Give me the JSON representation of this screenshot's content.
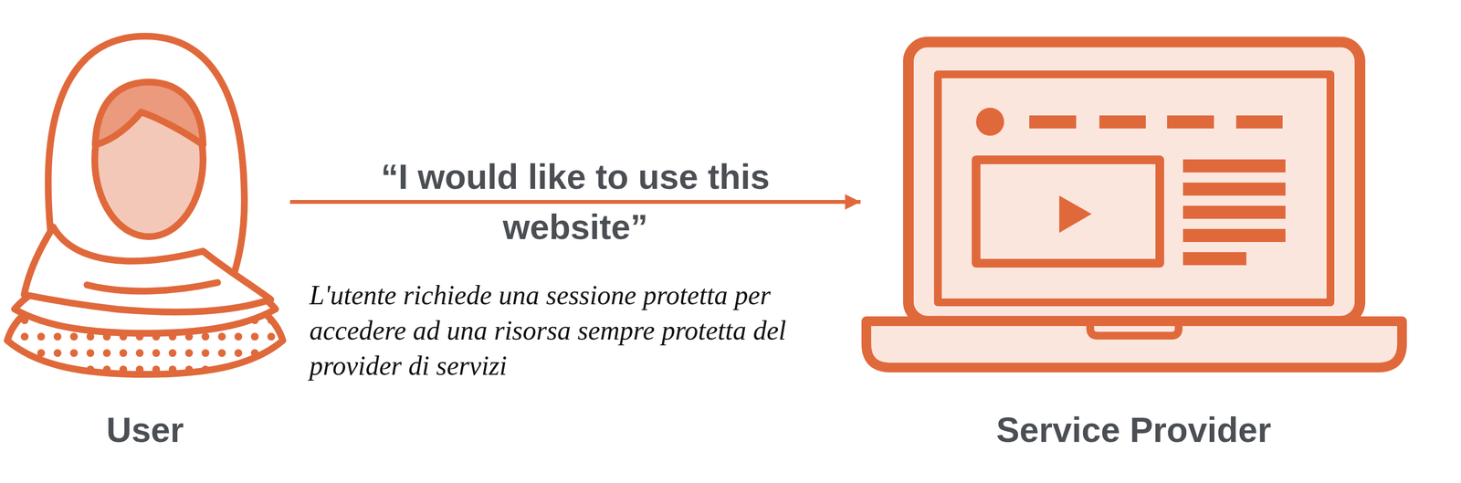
{
  "diagram": {
    "nodes": [
      {
        "text": [
          "User"
        ]
      },
      {
        "text": [
          "Service Provider"
        ]
      }
    ],
    "edges": [
      {
        "from": 0,
        "to": 1,
        "arrow": "to",
        "label": "“I would like to use this website”"
      }
    ],
    "labels": [
      "L'utente richiede una sessione protetta per accedere ad una risorsa sempre protetta del provider di servizi"
    ]
  }
}
